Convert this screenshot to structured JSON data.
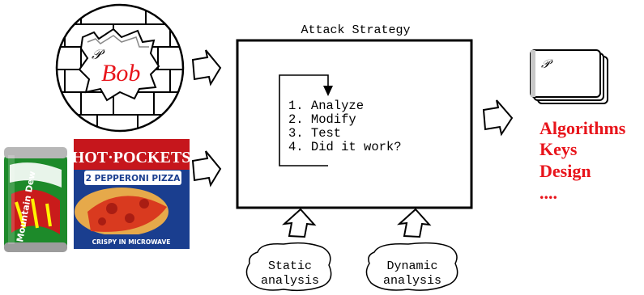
{
  "diagram": {
    "title": "Attack Strategy",
    "bob_label": "Bob",
    "program_symbol": "𝒫",
    "steps": [
      "1. Analyze",
      "2. Modify",
      "3. Test",
      "4. Did it work?"
    ],
    "inputs": {
      "static": [
        "Static",
        "analysis"
      ],
      "dynamic": [
        "Dynamic",
        "analysis"
      ]
    },
    "outputs": [
      "Algorithms",
      "Keys",
      "Design",
      "...."
    ],
    "pizza_box": {
      "brand": "HOT·POCKETS",
      "banner": "2 PEPPERONI PIZZA",
      "footer": "CRISPY IN MICROWAVE"
    },
    "soda_can": {
      "brand": "Mountain Dew"
    },
    "colors": {
      "output_red": "#e8141b",
      "bob_red": "#e8141b",
      "soda_green": "#1d8a2a",
      "box_blue": "#1a3e8f"
    }
  }
}
